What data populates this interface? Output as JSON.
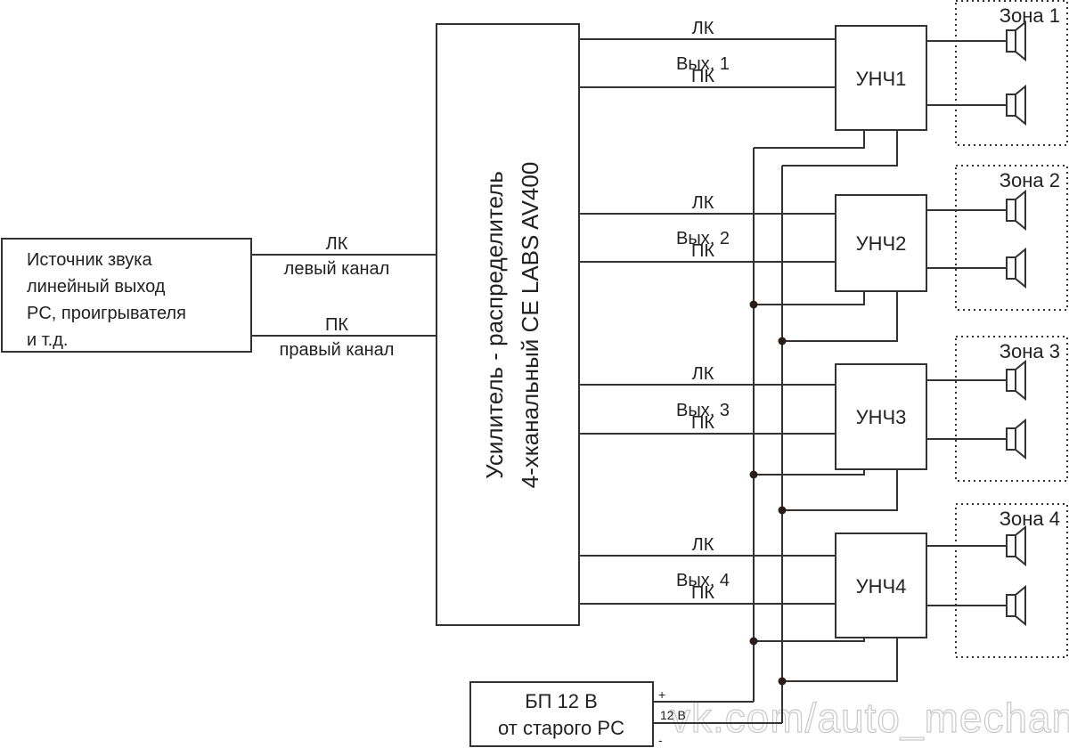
{
  "source": {
    "lines": [
      "Источник звука",
      "линейный выход",
      "PC, проигрывателя",
      "и т.д."
    ]
  },
  "inputs": {
    "left": {
      "top": "ЛК",
      "bottom": "левый канал"
    },
    "right": {
      "top": "ПК",
      "bottom": "правый канал"
    }
  },
  "amplifier": {
    "line1": "Усилитель - распределитель",
    "line2": "4-хканальный CE LABS AV400"
  },
  "outputs": [
    {
      "left": "ЛК",
      "name": "Вых. 1",
      "right": "ПК",
      "amp": "УНЧ1",
      "zone": "Зона 1"
    },
    {
      "left": "ЛК",
      "name": "Вых. 2",
      "right": "ПК",
      "amp": "УНЧ2",
      "zone": "Зона 2"
    },
    {
      "left": "ЛК",
      "name": "Вых. 3",
      "right": "ПК",
      "amp": "УНЧ3",
      "zone": "Зона 3"
    },
    {
      "left": "ЛК",
      "name": "Вых. 4",
      "right": "ПК",
      "amp": "УНЧ4",
      "zone": "Зона 4"
    }
  ],
  "psu": {
    "line1": "БП 12 В",
    "line2": "от старого PC",
    "plus": "+",
    "voltage": "12 В",
    "minus": "-"
  },
  "watermark": "vk.com/auto_mechanic",
  "colors": {
    "line": "#333333",
    "junction": "#2a1d18",
    "background": "#ffffff"
  }
}
